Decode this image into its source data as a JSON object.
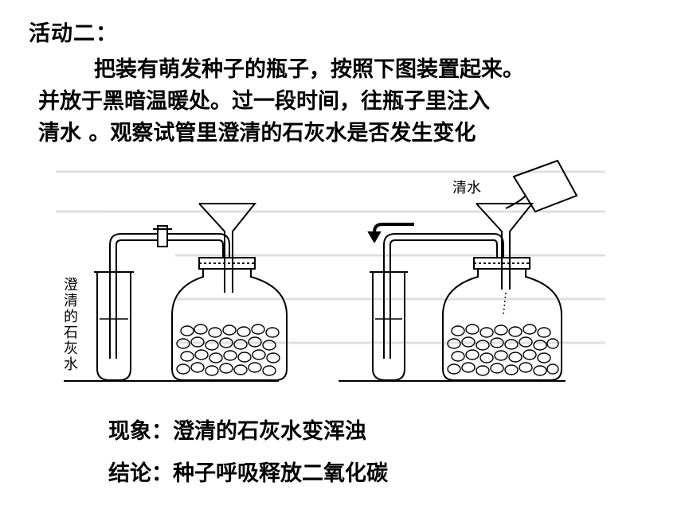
{
  "title": "活动二：",
  "paragraph": {
    "line1": "把装有萌发种子的瓶子，按照下图装置起来。",
    "line2": "并放于黑暗温暖处。过一段时间，往瓶子里注入",
    "line3": "清水 。观察试管里澄清的石灰水是否发生变化"
  },
  "figure": {
    "left_tube_label": [
      "澄",
      "清",
      "的",
      "石",
      "灰",
      "水"
    ],
    "right_label_water": "清水"
  },
  "result": {
    "phenomenon": "现象：澄清的石灰水变浑浊",
    "conclusion": "结论：种子呼吸释放二氧化碳"
  }
}
